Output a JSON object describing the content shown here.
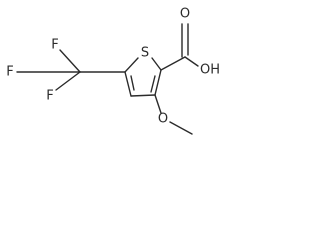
{
  "molecule": {
    "atoms": {
      "sulfur": "S",
      "fluorine_1": "F",
      "fluorine_2": "F",
      "fluorine_3": "F",
      "carbonyl_oxygen": "O",
      "hydroxyl": "OH",
      "methoxy_oxygen": "O"
    }
  }
}
